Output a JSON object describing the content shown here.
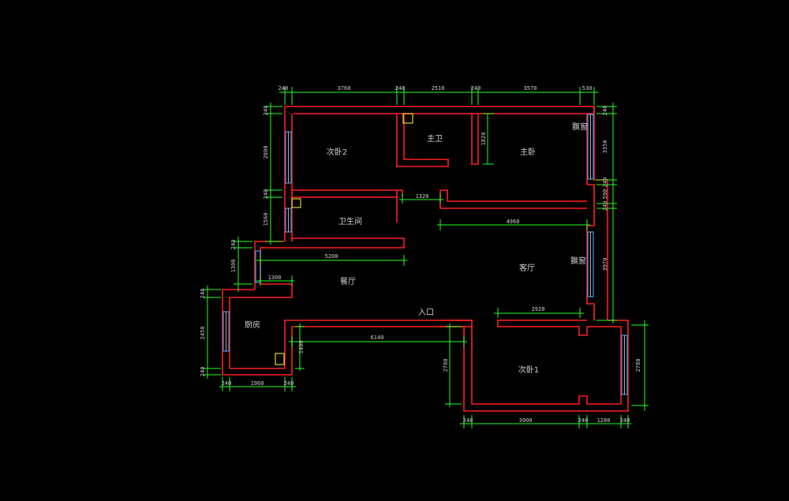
{
  "colors": {
    "background": "#000000",
    "wall": "#ff1f1f",
    "dimension": "#22ff22",
    "window": "#3fa9ff",
    "text": "#cfcfcf",
    "shaft": "#ffff44"
  },
  "rooms": {
    "bedroom2": "次卧2",
    "master_bath": "主卫",
    "master_bedroom": "主卧",
    "bay_window_top": "飘窗",
    "bathroom": "卫生间",
    "dining": "餐厅",
    "living": "客厅",
    "bay_window_mid": "飘窗",
    "entrance": "入口",
    "kitchen": "厨房",
    "bedroom1": "次卧1"
  },
  "dims": {
    "top": [
      "240",
      "3760",
      "240",
      "2510",
      "240",
      "3570",
      "530"
    ],
    "bottom_right": [
      "240",
      "3900",
      "240",
      "1280",
      "240"
    ],
    "bottom_left": [
      "240",
      "1960",
      "240"
    ],
    "left_upper": [
      "240",
      "2800",
      "240",
      "1560"
    ],
    "left_mid": [
      "240",
      "1300"
    ],
    "left_kitchen": [
      "240",
      "2450",
      "240"
    ],
    "right": [
      "240",
      "3350",
      "240",
      "590",
      "240",
      "3970"
    ],
    "right_bottom": "2780",
    "bedroom1_left": "2780",
    "internal": {
      "bath_depth": "1820",
      "door_gap": "1320",
      "living_width": "4960",
      "dining_width": "5200",
      "dining_small": "1300",
      "bay_width": "2920",
      "corridor": "6140",
      "corridor_height": "1400"
    }
  }
}
